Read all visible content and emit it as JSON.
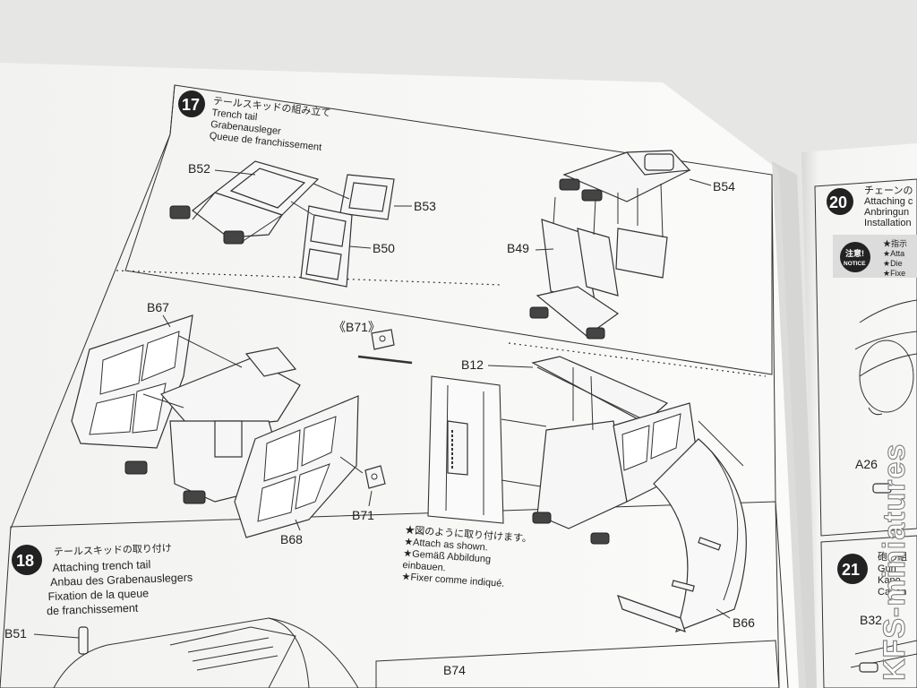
{
  "step17": {
    "number": "17",
    "title_jp": "テールスキッドの組み立て",
    "title_en": "Trench tail",
    "title_de": "Grabenausleger",
    "title_fr": "Queue de franchissement"
  },
  "step18": {
    "number": "18",
    "title_jp": "テールスキッドの取り付け",
    "title_en": "Attaching trench tail",
    "title_de": "Anbau des Grabenauslegers",
    "title_fr1": "Fixation de la queue",
    "title_fr2": "de franchissement"
  },
  "step20": {
    "number": "20",
    "title_jp": "チェーンの",
    "title_en": "Attaching c",
    "title_de": "Anbringun",
    "title_fr": "Installation",
    "notice_jp": "注意!",
    "notice_en": "NOTICE",
    "notes": [
      "★指示",
      "★Atta",
      "★Die",
      "★Fixe"
    ]
  },
  "step21": {
    "number": "21",
    "title_jp": "砲の組",
    "title_en": "Gun",
    "title_de": "Kano",
    "title_fr": "Canon"
  },
  "parts": {
    "b52": "B52",
    "b53": "B53",
    "b50": "B50",
    "b54": "B54",
    "b49": "B49",
    "b67": "B67",
    "b71_callout": "《B71》",
    "b12": "B12",
    "b71": "B71",
    "b68": "B68",
    "b66": "B66",
    "b51": "B51",
    "b74": "B74",
    "a26": "A26",
    "b32": "B32"
  },
  "instruction": {
    "jp": "★図のように取り付けます。",
    "en": "★Attach as shown.",
    "de1": "★Gemäß Abbildung",
    "de2": "einbauen.",
    "fr": "★Fixer comme indiqué."
  },
  "watermark": "KFS-miniatures"
}
